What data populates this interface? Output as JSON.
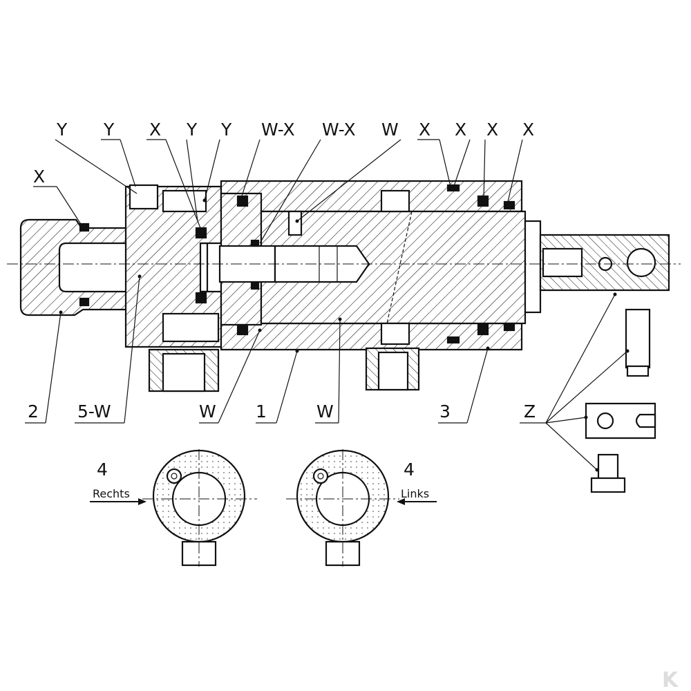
{
  "labels": {
    "top": [
      "Y",
      "Y",
      "X",
      "Y",
      "Y",
      "W-X",
      "W-X",
      "W",
      "X",
      "X",
      "X",
      "X"
    ],
    "left": "X",
    "bottom": [
      "2",
      "5-W",
      "W",
      "1",
      "W",
      "3",
      "Z"
    ]
  },
  "views": {
    "right": {
      "number": "4",
      "caption": "Rechts"
    },
    "left": {
      "number": "4",
      "caption": "Links"
    }
  },
  "colors": {
    "ink": "#111111",
    "paper": "#ffffff",
    "logo": "#dddddd"
  },
  "logo": "K"
}
